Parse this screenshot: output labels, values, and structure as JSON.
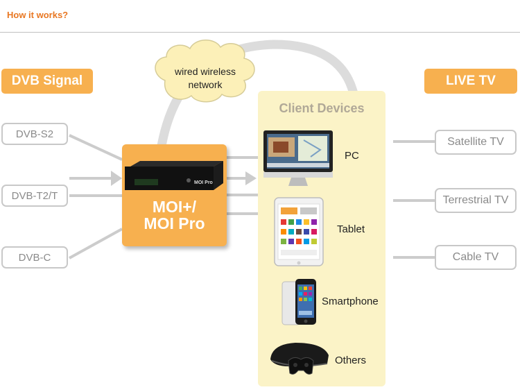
{
  "header": {
    "title": "How it works?"
  },
  "dvb_signal": {
    "title": "DVB Signal",
    "inputs": [
      "DVB-S2",
      "DVB-T2/T",
      "DVB-C"
    ]
  },
  "cloud": {
    "line1": "wired wireless",
    "line2": "network"
  },
  "moi": {
    "line1": "MOI+/",
    "line2": "MOI Pro",
    "device_badge": "MOI Pro"
  },
  "client_devices": {
    "title": "Client Devices",
    "items": [
      {
        "label": "PC",
        "icon": "imac-icon"
      },
      {
        "label": "Tablet",
        "icon": "tablet-icon"
      },
      {
        "label": "Smartphone",
        "icon": "smartphone-icon"
      },
      {
        "label": "Others",
        "icon": "game-console-icon"
      }
    ]
  },
  "live_tv": {
    "title": "LIVE TV",
    "outputs": [
      "Satellite TV",
      "Terrestrial TV",
      "Cable TV"
    ]
  },
  "colors": {
    "accent": "#f7b04f",
    "header_text": "#e87722",
    "panel": "#fbf3c7",
    "connector": "#cccccc"
  }
}
